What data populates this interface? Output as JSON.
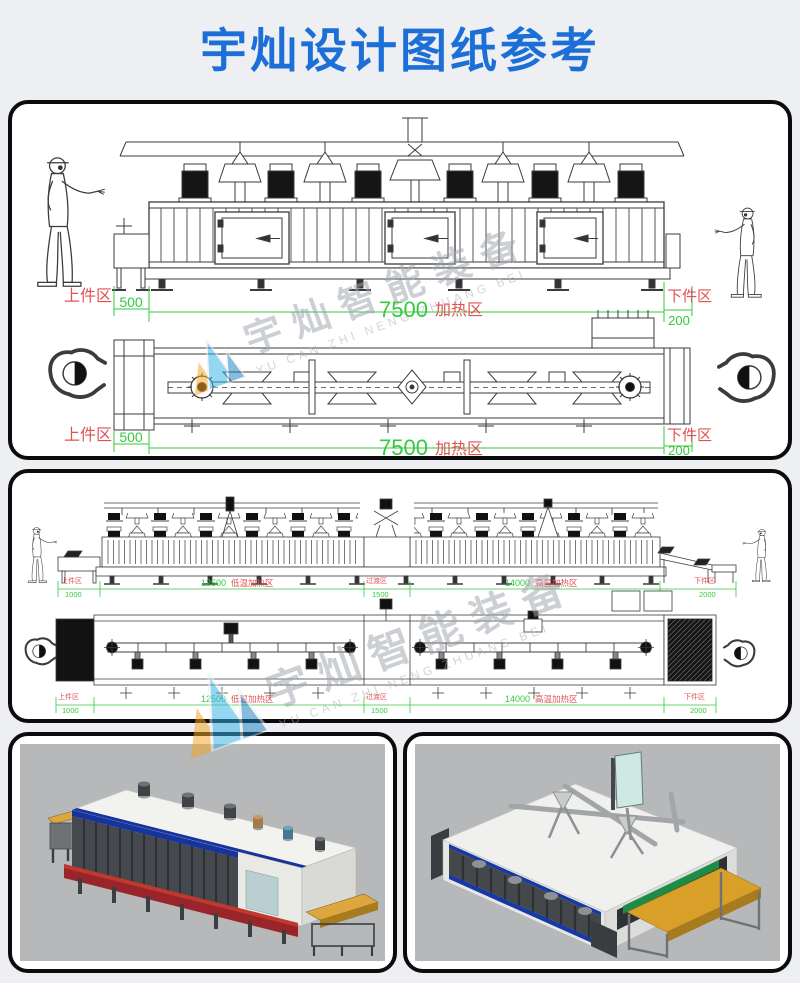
{
  "page": {
    "title": "宇灿设计图纸参考"
  },
  "colors": {
    "title_blue": "#1c6fd6",
    "dimension_green": "#34c93e",
    "zone_red": "#e05252",
    "logo_blue": "#35b2e8",
    "logo_dark_blue": "#1d7fc1",
    "logo_orange": "#f5a623"
  },
  "watermark": {
    "cn": "宇灿智能装备",
    "en": "YU CAN ZHI NENG ZHUANG BEI"
  },
  "panel1": {
    "left_zone": "上件区",
    "left_dim": "500",
    "heat_dim": "7500",
    "heat_zone": "加热区",
    "right_zone": "下件区",
    "right_dim": "200"
  },
  "panel2": {
    "zones": [
      {
        "name": "上件区",
        "dim": "1000"
      },
      {
        "dim": "12500",
        "name": "低温加热区"
      },
      {
        "name": "过渡区",
        "dim": "1500"
      },
      {
        "dim": "14000",
        "name": "高温加热区"
      },
      {
        "name": "下件区",
        "dim": "2000"
      }
    ]
  }
}
